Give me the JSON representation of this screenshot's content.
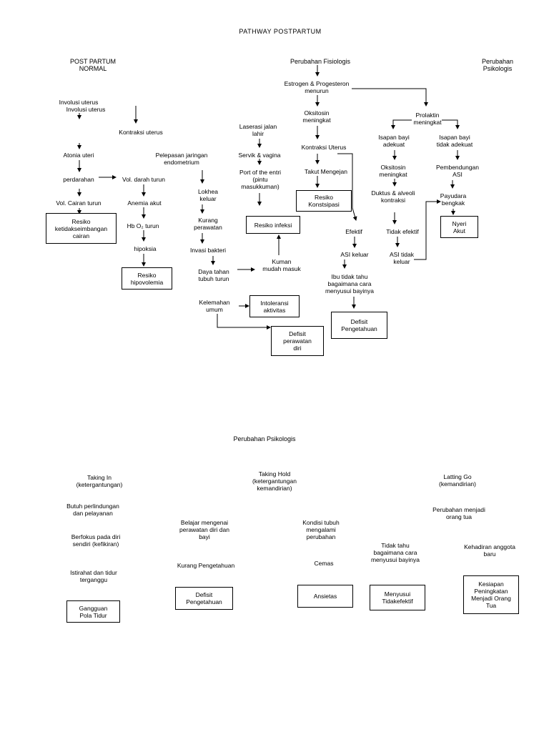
{
  "title": "PATHWAY POSTPARTUM",
  "colors": {
    "ink": "#000000",
    "paper": "#ffffff"
  },
  "top": {
    "post_partum_normal": "POST PARTUM\nNORMAL",
    "perubahan_fisiologis": "Perubahan Fisiologis",
    "perubahan_psikologis": "Perubahan Psikologis",
    "left": {
      "involusi_1": "Involusi uterus",
      "involusi_2": "Involusi uterus",
      "kontraksi_uterus": "Kontraksi uterus",
      "atonia_uteri": "Atonia uteri",
      "perdarahan": "perdarahan",
      "vol_darah_turun": "Vol. darah turun",
      "vol_cairan_turun": "Vol. Cairan turun",
      "anemia_akut": "Anemia akut",
      "hb_turun": "Hb O₂ turun",
      "hipoksia": "hipoksia",
      "resiko_ketidakseimbangan": "Resiko\nketidakseimbangan\ncairan",
      "resiko_hipovolemia": "Resiko\nhipovolemia"
    },
    "middle": {
      "pelepasan_jaringan": "Pelepasan jaringan\nendometrium",
      "lokhea_keluar": "Lokhea\nkeluar",
      "kurang_perawatan": "Kurang\nperawatan",
      "invasi_bakteri": "Invasi bakteri",
      "daya_tahan": "Daya tahan\ntubuh turun",
      "kelemahan_umum": "Kelemahan\numum",
      "intoleransi_aktivitas": "Intoleransi\naktivitas",
      "defisit_perawatan_diri": "Defisit\nperawatan\ndiri",
      "laserasi": "Laserasi jalan\nlahir",
      "servik_vagina": "Servik & vagina",
      "port_entri": "Port of the entri\n(pintu\nmasukkuman)",
      "resiko_infeksi": "Resiko infeksi",
      "kuman_masuk": "Kuman\nmudah masuk"
    },
    "right": {
      "estrogen": "Estrogen & Progesteron\nmenurun",
      "oksitosin_1": "Oksitosin\nmeningkat",
      "kontraksi_uterus": "Kontraksi Uterus",
      "takut_mengejan": "Takut Mengejan",
      "resiko_konstipasi": "Resiko\nKonstsipasi",
      "prolaktin": "Prolaktin\nmeningkat",
      "isapan_adekuat": "Isapan bayi\nadekuat",
      "isapan_tidak_adekuat": "Isapan bayi\ntidak adekuat",
      "oksitosin_2": "Oksitosin\nmeningkat",
      "pembendungan": "Pembendungan\nASI",
      "duktus": "Duktus & alveoli\nkontraksi",
      "payudara_bengkak": "Payudara\nbengkak",
      "nyeri_akut": "Nyeri\nAkut",
      "efektif": "Efektif",
      "tidak_efektif": "Tidak efektif",
      "asi_keluar": "ASI keluar",
      "asi_tidak_keluar": "ASI tidak\nkeluar",
      "ibu_tidak_tahu": "Ibu tidak tahu\nbagaimana cara\nmenyusui bayinya",
      "defisit_pengetahuan": "Defisit\nPengetahuan"
    }
  },
  "bottom": {
    "heading": "Perubahan Psikologis",
    "taking_in": {
      "title": "Taking In\n(ketergantungan)",
      "items": [
        "Butuh perlindungan\ndan pelayanan",
        "Berfokus pada diri\nsendiri (kefikiran)",
        "Istirahat dan tidur\nterganggu"
      ],
      "box": "Gangguan\nPola Tidur"
    },
    "taking_hold": {
      "title": "Taking Hold\n(ketergantungan\nkemandirian)",
      "items_left": [
        "Belajar mengenai\nperawatan diri dan\nbayi",
        "Kurang Pengetahuan"
      ],
      "box_left": "Defisit\nPengetahuan",
      "items_mid": [
        "Kondisi tubuh\nmengalami\nperubahan",
        "Cemas"
      ],
      "box_mid": "Ansietas",
      "items_right": [
        "Tidak tahu\nbagaimana cara\nmenyusui bayinya"
      ],
      "box_right": "Menyusui\nTidakefektif"
    },
    "letting_go": {
      "title": "Latting Go\n(kemandirian)",
      "items": [
        "Perubahan menjadi\norang tua",
        "Kehadiran anggota\nbaru"
      ],
      "box": "Kesiapan\nPeningkatan\nMenjadi Orang\nTua"
    }
  }
}
